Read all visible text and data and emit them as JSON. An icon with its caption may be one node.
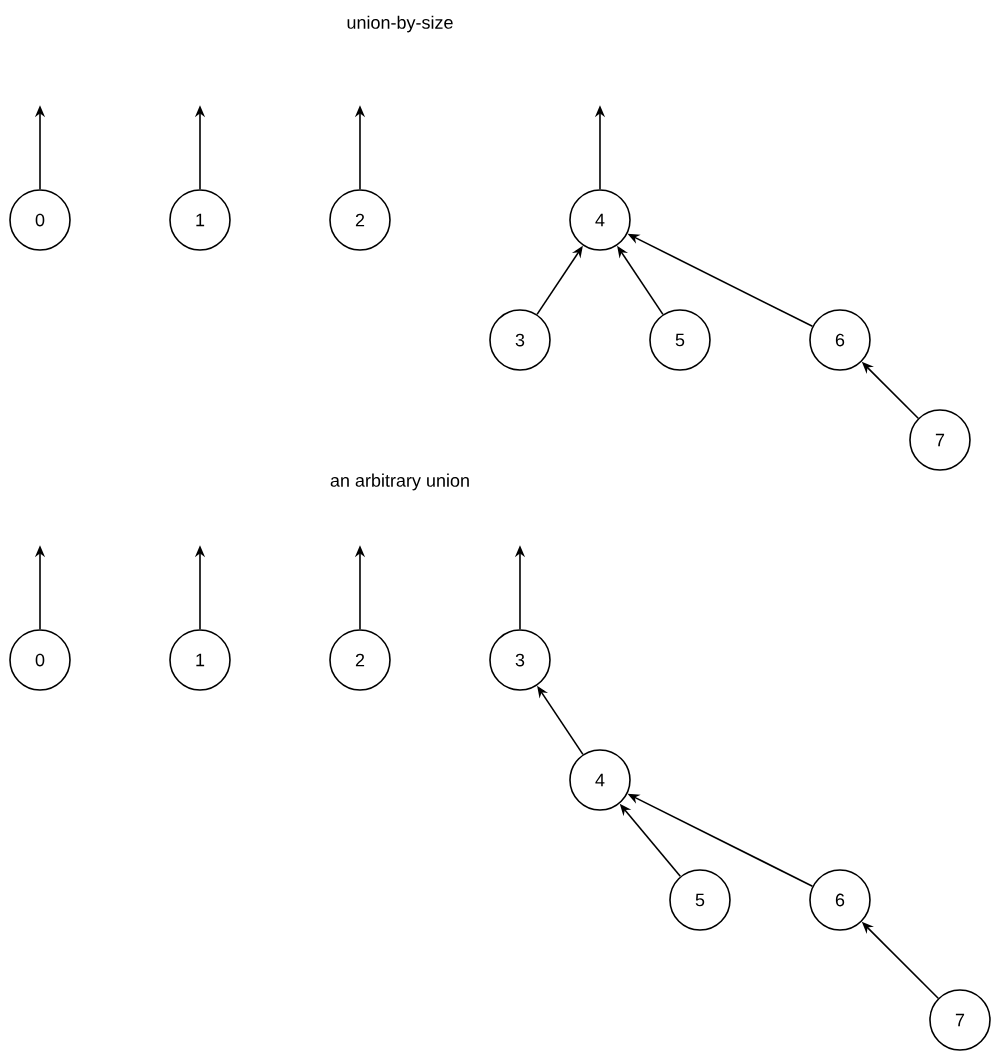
{
  "diagram": {
    "nodes": [
      {
        "text": [
          "0"
        ]
      },
      {
        "text": [
          "1"
        ]
      },
      {
        "text": [
          "2"
        ]
      },
      {
        "text": [
          "4"
        ]
      },
      {
        "text": [
          "3"
        ]
      },
      {
        "text": [
          "5"
        ]
      },
      {
        "text": [
          "6"
        ]
      },
      {
        "text": [
          "7"
        ]
      },
      {
        "text": [
          "0"
        ]
      },
      {
        "text": [
          "1"
        ]
      },
      {
        "text": [
          "2"
        ]
      },
      {
        "text": [
          "3"
        ]
      },
      {
        "text": [
          "4"
        ]
      },
      {
        "text": [
          "5"
        ]
      },
      {
        "text": [
          "6"
        ]
      },
      {
        "text": [
          "7"
        ]
      }
    ],
    "edges": [
      {
        "from": 0,
        "to": null,
        "arrow": "to"
      },
      {
        "from": 1,
        "to": null,
        "arrow": "to"
      },
      {
        "from": 2,
        "to": null,
        "arrow": "to"
      },
      {
        "from": 3,
        "to": null,
        "arrow": "to"
      },
      {
        "from": 4,
        "to": 3,
        "arrow": "to"
      },
      {
        "from": 5,
        "to": 3,
        "arrow": "to"
      },
      {
        "from": 6,
        "to": 3,
        "arrow": "to"
      },
      {
        "from": 7,
        "to": 6,
        "arrow": "to"
      },
      {
        "from": 8,
        "to": null,
        "arrow": "to"
      },
      {
        "from": 9,
        "to": null,
        "arrow": "to"
      },
      {
        "from": 10,
        "to": null,
        "arrow": "to"
      },
      {
        "from": 11,
        "to": null,
        "arrow": "to"
      },
      {
        "from": 12,
        "to": 11,
        "arrow": "to"
      },
      {
        "from": 13,
        "to": 12,
        "arrow": "to"
      },
      {
        "from": 14,
        "to": 12,
        "arrow": "to"
      },
      {
        "from": 15,
        "to": 14,
        "arrow": "to"
      }
    ],
    "labels": [
      "union-by-size",
      "an arbitrary union"
    ]
  }
}
